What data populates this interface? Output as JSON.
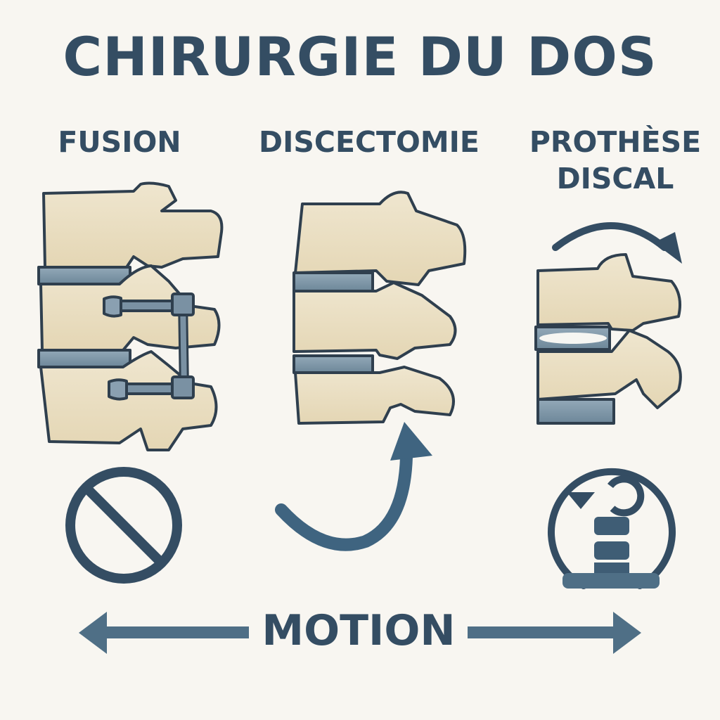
{
  "title": "CHIRURGIE DU DOS",
  "columns": [
    {
      "label": "FUSION",
      "icon": "no-motion-icon",
      "description": "vertèbres fixées par vis et tige"
    },
    {
      "label": "DISCECTOMIE",
      "icon": "curved-arrow-icon",
      "description": "vertèbres avec disques, flèche de mouvement"
    },
    {
      "label_line1": "PROTHÈSE",
      "label_line2": "DISCAL",
      "icon": "rotation-disc-icon",
      "description": "vertèbres avec prothèse discale, mouvement rotatif"
    }
  ],
  "footer": {
    "label": "MOTION",
    "left_arrow": "arrow-left-icon",
    "right_arrow": "arrow-right-icon"
  },
  "colors": {
    "background": "#f8f6f1",
    "ink": "#344d63",
    "bone": "#ede2c7",
    "disc": "#7f97a8",
    "arrow": "#4f6f86"
  }
}
